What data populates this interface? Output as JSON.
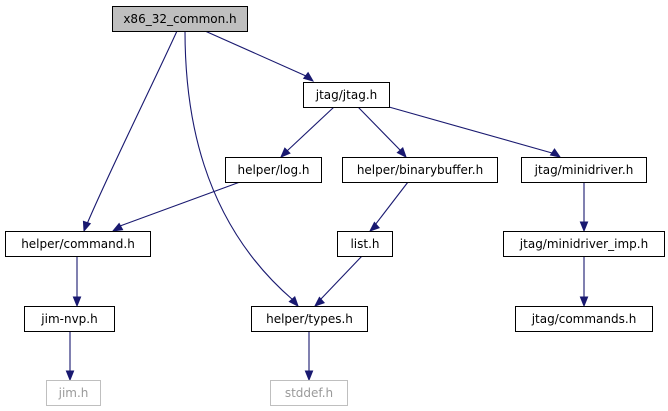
{
  "graph": {
    "nodes": [
      {
        "id": "x86_32_common",
        "label": "x86_32_common.h",
        "style": "root"
      },
      {
        "id": "jtag",
        "label": "jtag/jtag.h",
        "style": "normal"
      },
      {
        "id": "log",
        "label": "helper/log.h",
        "style": "normal"
      },
      {
        "id": "binarybuffer",
        "label": "helper/binarybuffer.h",
        "style": "normal"
      },
      {
        "id": "minidriver",
        "label": "jtag/minidriver.h",
        "style": "normal"
      },
      {
        "id": "command",
        "label": "helper/command.h",
        "style": "normal"
      },
      {
        "id": "list",
        "label": "list.h",
        "style": "normal"
      },
      {
        "id": "minidriver_imp",
        "label": "jtag/minidriver_imp.h",
        "style": "normal"
      },
      {
        "id": "jimnvp",
        "label": "jim-nvp.h",
        "style": "normal"
      },
      {
        "id": "types",
        "label": "helper/types.h",
        "style": "normal"
      },
      {
        "id": "commands",
        "label": "jtag/commands.h",
        "style": "normal"
      },
      {
        "id": "jim",
        "label": "jim.h",
        "style": "external"
      },
      {
        "id": "stddef",
        "label": "stddef.h",
        "style": "external"
      }
    ],
    "edges": [
      {
        "from": "x86_32_common",
        "to": "jtag"
      },
      {
        "from": "x86_32_common",
        "to": "command"
      },
      {
        "from": "x86_32_common",
        "to": "types"
      },
      {
        "from": "jtag",
        "to": "log"
      },
      {
        "from": "jtag",
        "to": "binarybuffer"
      },
      {
        "from": "jtag",
        "to": "minidriver"
      },
      {
        "from": "log",
        "to": "command"
      },
      {
        "from": "binarybuffer",
        "to": "list"
      },
      {
        "from": "minidriver",
        "to": "minidriver_imp"
      },
      {
        "from": "command",
        "to": "jimnvp"
      },
      {
        "from": "list",
        "to": "types"
      },
      {
        "from": "minidriver_imp",
        "to": "commands"
      },
      {
        "from": "jimnvp",
        "to": "jim"
      },
      {
        "from": "types",
        "to": "stddef"
      }
    ],
    "colors": {
      "edge": "#191970",
      "root_fill": "#bfbfbf",
      "node_border": "#000000",
      "external_border": "#bfbfbf",
      "external_text": "#9a9a9a"
    }
  }
}
